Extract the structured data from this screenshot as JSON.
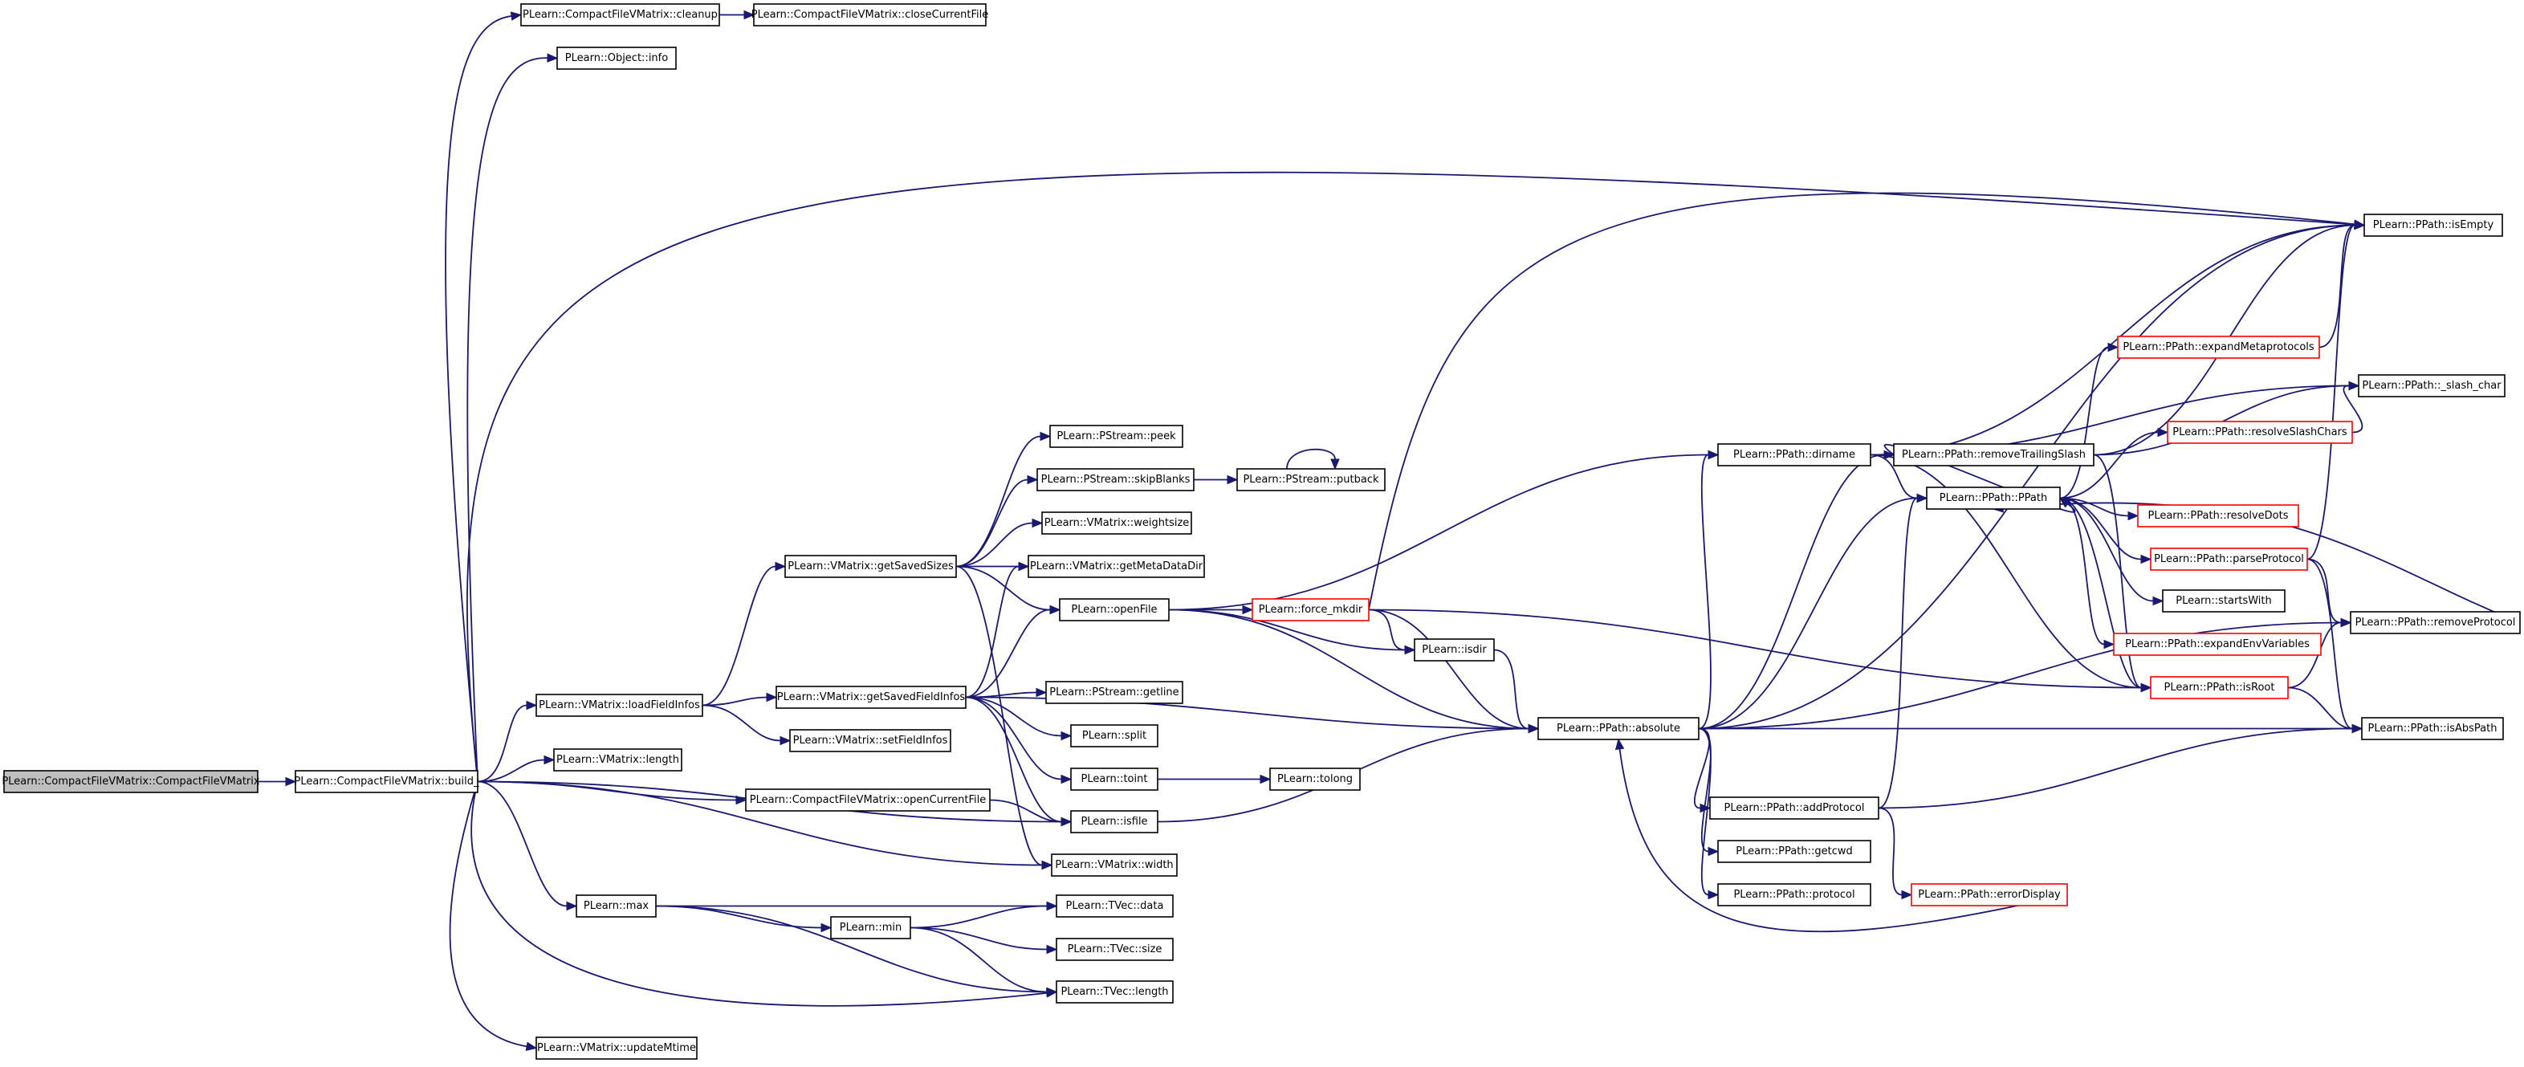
{
  "graph": {
    "nodes": [
      {
        "id": "ctor",
        "label": "PLearn::CompactFileVMatrix::CompactFileVMatrix",
        "style": "root"
      },
      {
        "id": "build",
        "label": "PLearn::CompactFileVMatrix::build_",
        "style": "normal"
      },
      {
        "id": "cleanup",
        "label": "PLearn::CompactFileVMatrix::cleanup",
        "style": "normal"
      },
      {
        "id": "closeCurrentFile",
        "label": "PLearn::CompactFileVMatrix::closeCurrentFile",
        "style": "normal"
      },
      {
        "id": "info",
        "label": "PLearn::Object::info",
        "style": "normal"
      },
      {
        "id": "loadFieldInfos",
        "label": "PLearn::VMatrix::loadFieldInfos",
        "style": "normal"
      },
      {
        "id": "vlength",
        "label": "PLearn::VMatrix::length",
        "style": "normal"
      },
      {
        "id": "openCurrentFile",
        "label": "PLearn::CompactFileVMatrix::openCurrentFile",
        "style": "normal"
      },
      {
        "id": "max",
        "label": "PLearn::max",
        "style": "normal"
      },
      {
        "id": "updateMtime",
        "label": "PLearn::VMatrix::updateMtime",
        "style": "normal"
      },
      {
        "id": "getSavedSizes",
        "label": "PLearn::VMatrix::getSavedSizes",
        "style": "normal"
      },
      {
        "id": "getSavedFieldInfos",
        "label": "PLearn::VMatrix::getSavedFieldInfos",
        "style": "normal"
      },
      {
        "id": "setFieldInfos",
        "label": "PLearn::VMatrix::setFieldInfos",
        "style": "normal"
      },
      {
        "id": "min",
        "label": "PLearn::min",
        "style": "normal"
      },
      {
        "id": "peek",
        "label": "PLearn::PStream::peek",
        "style": "normal"
      },
      {
        "id": "skipBlanks",
        "label": "PLearn::PStream::skipBlanks",
        "style": "normal"
      },
      {
        "id": "weightsize",
        "label": "PLearn::VMatrix::weightsize",
        "style": "normal"
      },
      {
        "id": "getMetaDataDir",
        "label": "PLearn::VMatrix::getMetaDataDir",
        "style": "normal"
      },
      {
        "id": "openFile",
        "label": "PLearn::openFile",
        "style": "normal"
      },
      {
        "id": "getline",
        "label": "PLearn::PStream::getline",
        "style": "normal"
      },
      {
        "id": "split",
        "label": "PLearn::split",
        "style": "normal"
      },
      {
        "id": "toint",
        "label": "PLearn::toint",
        "style": "normal"
      },
      {
        "id": "isfile",
        "label": "PLearn::isfile",
        "style": "normal"
      },
      {
        "id": "width",
        "label": "PLearn::VMatrix::width",
        "style": "normal"
      },
      {
        "id": "tvdata",
        "label": "PLearn::TVec::data",
        "style": "normal"
      },
      {
        "id": "tvsize",
        "label": "PLearn::TVec::size",
        "style": "normal"
      },
      {
        "id": "tvlength",
        "label": "PLearn::TVec::length",
        "style": "normal"
      },
      {
        "id": "putback",
        "label": "PLearn::PStream::putback",
        "style": "normal"
      },
      {
        "id": "force_mkdir",
        "label": "PLearn::force_mkdir",
        "style": "red"
      },
      {
        "id": "isdir",
        "label": "PLearn::isdir",
        "style": "normal"
      },
      {
        "id": "tolong",
        "label": "PLearn::tolong",
        "style": "normal"
      },
      {
        "id": "absolute",
        "label": "PLearn::PPath::absolute",
        "style": "normal"
      },
      {
        "id": "dirname",
        "label": "PLearn::PPath::dirname",
        "style": "normal"
      },
      {
        "id": "addProtocol",
        "label": "PLearn::PPath::addProtocol",
        "style": "normal"
      },
      {
        "id": "getcwd",
        "label": "PLearn::PPath::getcwd",
        "style": "normal"
      },
      {
        "id": "protocol",
        "label": "PLearn::PPath::protocol",
        "style": "normal"
      },
      {
        "id": "removeTrailingSlash",
        "label": "PLearn::PPath::removeTrailingSlash",
        "style": "normal"
      },
      {
        "id": "ppath",
        "label": "PLearn::PPath::PPath",
        "style": "normal"
      },
      {
        "id": "errorDisplay",
        "label": "PLearn::PPath::errorDisplay",
        "style": "red"
      },
      {
        "id": "expandMetaprotocols",
        "label": "PLearn::PPath::expandMetaprotocols",
        "style": "red"
      },
      {
        "id": "resolveSlashChars",
        "label": "PLearn::PPath::resolveSlashChars",
        "style": "red"
      },
      {
        "id": "resolveDots",
        "label": "PLearn::PPath::resolveDots",
        "style": "red"
      },
      {
        "id": "parseProtocol",
        "label": "PLearn::PPath::parseProtocol",
        "style": "red"
      },
      {
        "id": "startsWith",
        "label": "PLearn::startsWith",
        "style": "normal"
      },
      {
        "id": "expandEnvVariables",
        "label": "PLearn::PPath::expandEnvVariables",
        "style": "red"
      },
      {
        "id": "isRoot",
        "label": "PLearn::PPath::isRoot",
        "style": "red"
      },
      {
        "id": "isEmpty",
        "label": "PLearn::PPath::isEmpty",
        "style": "normal"
      },
      {
        "id": "slash_char",
        "label": "PLearn::PPath::_slash_char",
        "style": "normal"
      },
      {
        "id": "removeProtocol",
        "label": "PLearn::PPath::removeProtocol",
        "style": "normal"
      },
      {
        "id": "isAbsPath",
        "label": "PLearn::PPath::isAbsPath",
        "style": "normal"
      }
    ],
    "edges": [
      [
        "ctor",
        "build"
      ],
      [
        "build",
        "cleanup"
      ],
      [
        "cleanup",
        "closeCurrentFile"
      ],
      [
        "build",
        "info"
      ],
      [
        "build",
        "isEmpty"
      ],
      [
        "build",
        "loadFieldInfos"
      ],
      [
        "build",
        "vlength"
      ],
      [
        "build",
        "openCurrentFile"
      ],
      [
        "build",
        "isfile"
      ],
      [
        "build",
        "width"
      ],
      [
        "build",
        "max"
      ],
      [
        "build",
        "tvlength"
      ],
      [
        "build",
        "updateMtime"
      ],
      [
        "loadFieldInfos",
        "getSavedSizes"
      ],
      [
        "loadFieldInfos",
        "getSavedFieldInfos"
      ],
      [
        "loadFieldInfos",
        "setFieldInfos"
      ],
      [
        "openCurrentFile",
        "isfile"
      ],
      [
        "max",
        "tvdata"
      ],
      [
        "max",
        "min"
      ],
      [
        "max",
        "tvlength"
      ],
      [
        "min",
        "tvdata"
      ],
      [
        "min",
        "tvsize"
      ],
      [
        "min",
        "tvlength"
      ],
      [
        "getSavedSizes",
        "peek"
      ],
      [
        "getSavedSizes",
        "skipBlanks"
      ],
      [
        "getSavedSizes",
        "weightsize"
      ],
      [
        "getSavedSizes",
        "getMetaDataDir"
      ],
      [
        "getSavedSizes",
        "openFile"
      ],
      [
        "getSavedSizes",
        "width"
      ],
      [
        "getSavedFieldInfos",
        "getMetaDataDir"
      ],
      [
        "getSavedFieldInfos",
        "openFile"
      ],
      [
        "getSavedFieldInfos",
        "getline"
      ],
      [
        "getSavedFieldInfos",
        "split"
      ],
      [
        "getSavedFieldInfos",
        "toint"
      ],
      [
        "getSavedFieldInfos",
        "isfile"
      ],
      [
        "getSavedFieldInfos",
        "absolute"
      ],
      [
        "skipBlanks",
        "putback"
      ],
      [
        "putback",
        "putback"
      ],
      [
        "openFile",
        "dirname"
      ],
      [
        "openFile",
        "force_mkdir"
      ],
      [
        "openFile",
        "isdir"
      ],
      [
        "openFile",
        "absolute"
      ],
      [
        "toint",
        "tolong"
      ],
      [
        "isfile",
        "absolute"
      ],
      [
        "force_mkdir",
        "isEmpty"
      ],
      [
        "force_mkdir",
        "isdir"
      ],
      [
        "force_mkdir",
        "absolute"
      ],
      [
        "force_mkdir",
        "isRoot"
      ],
      [
        "isdir",
        "absolute"
      ],
      [
        "absolute",
        "dirname"
      ],
      [
        "absolute",
        "isEmpty"
      ],
      [
        "absolute",
        "removeTrailingSlash"
      ],
      [
        "absolute",
        "ppath"
      ],
      [
        "absolute",
        "addProtocol"
      ],
      [
        "absolute",
        "getcwd"
      ],
      [
        "absolute",
        "protocol"
      ],
      [
        "absolute",
        "removeProtocol"
      ],
      [
        "absolute",
        "isAbsPath"
      ],
      [
        "dirname",
        "isEmpty"
      ],
      [
        "dirname",
        "slash_char"
      ],
      [
        "dirname",
        "removeTrailingSlash"
      ],
      [
        "dirname",
        "ppath"
      ],
      [
        "dirname",
        "isRoot"
      ],
      [
        "removeTrailingSlash",
        "isEmpty"
      ],
      [
        "removeTrailingSlash",
        "slash_char"
      ],
      [
        "removeTrailingSlash",
        "ppath"
      ],
      [
        "removeTrailingSlash",
        "isRoot"
      ],
      [
        "ppath",
        "expandMetaprotocols"
      ],
      [
        "ppath",
        "resolveSlashChars"
      ],
      [
        "ppath",
        "resolveDots"
      ],
      [
        "ppath",
        "parseProtocol"
      ],
      [
        "ppath",
        "startsWith"
      ],
      [
        "ppath",
        "expandEnvVariables"
      ],
      [
        "ppath",
        "isRoot"
      ],
      [
        "addProtocol",
        "ppath"
      ],
      [
        "addProtocol",
        "errorDisplay"
      ],
      [
        "addProtocol",
        "isAbsPath"
      ],
      [
        "errorDisplay",
        "absolute"
      ],
      [
        "expandMetaprotocols",
        "isEmpty"
      ],
      [
        "resolveSlashChars",
        "slash_char"
      ],
      [
        "parseProtocol",
        "isEmpty"
      ],
      [
        "parseProtocol",
        "removeProtocol"
      ],
      [
        "parseProtocol",
        "isAbsPath"
      ],
      [
        "isRoot",
        "removeProtocol"
      ],
      [
        "isRoot",
        "isAbsPath"
      ],
      [
        "removeProtocol",
        "ppath"
      ]
    ]
  }
}
